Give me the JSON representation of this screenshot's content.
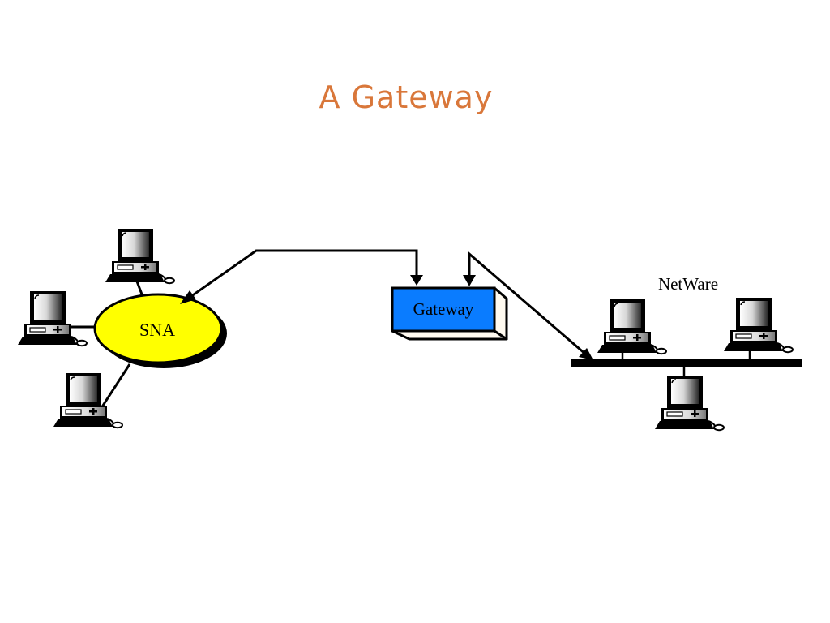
{
  "slide": {
    "title": "A Gateway",
    "title_color": "#d9773a"
  },
  "diagram": {
    "sna_network": {
      "label": "SNA",
      "fill_color": "#ffff00",
      "computers": 3
    },
    "gateway": {
      "label": "Gateway",
      "fill_color": "#0a7cff",
      "side_color": "#fffaf0"
    },
    "netware_network": {
      "label": "NetWare",
      "computers": 3
    },
    "connections": [
      {
        "from": "gateway",
        "to": "sna_network"
      },
      {
        "from": "sna_network",
        "to": "gateway"
      },
      {
        "from": "netware_network",
        "to": "gateway"
      },
      {
        "from": "gateway",
        "to": "netware_network"
      }
    ]
  }
}
